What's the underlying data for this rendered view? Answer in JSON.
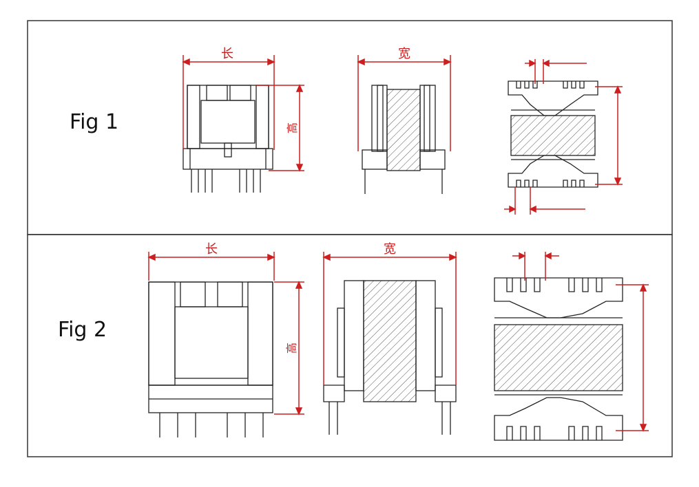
{
  "figures": [
    {
      "label": "Fig 1",
      "length_label": "长",
      "width_label": "宽",
      "height_label": "高"
    },
    {
      "label": "Fig 2",
      "length_label": "长",
      "width_label": "宽",
      "height_label": "高"
    }
  ],
  "colors": {
    "line": "#222222",
    "dimension": "#cc1f1f",
    "frame": "#333333",
    "hatch": "#555555"
  }
}
